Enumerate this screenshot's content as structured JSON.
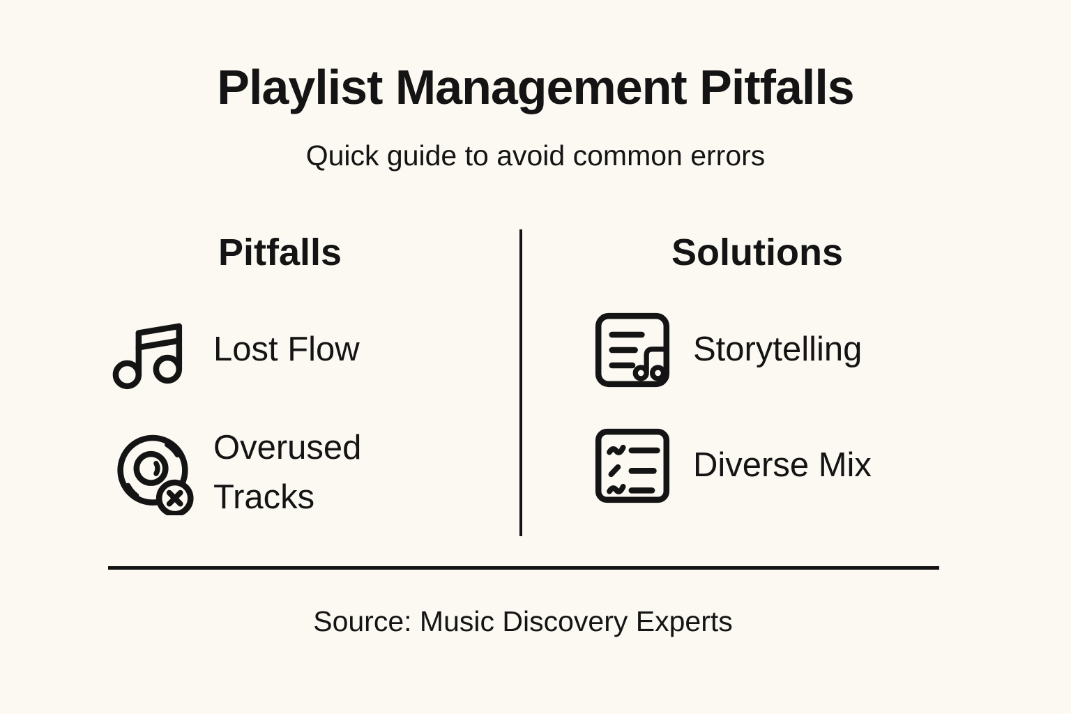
{
  "page": {
    "background_color": "#fbf9f2",
    "ink_color": "#141414"
  },
  "header": {
    "title": "Playlist Management Pitfalls",
    "subtitle": "Quick guide to avoid common errors"
  },
  "columns": {
    "left": {
      "header": "Pitfalls",
      "items": [
        {
          "icon": "music-note-icon",
          "label": "Lost Flow"
        },
        {
          "icon": "disc-error-icon",
          "label": "Overused Tracks"
        }
      ]
    },
    "right": {
      "header": "Solutions",
      "items": [
        {
          "icon": "music-document-icon",
          "label": "Storytelling"
        },
        {
          "icon": "checklist-icon",
          "label": "Diverse Mix"
        }
      ]
    }
  },
  "footer": {
    "source": "Source: Music Discovery Experts"
  }
}
